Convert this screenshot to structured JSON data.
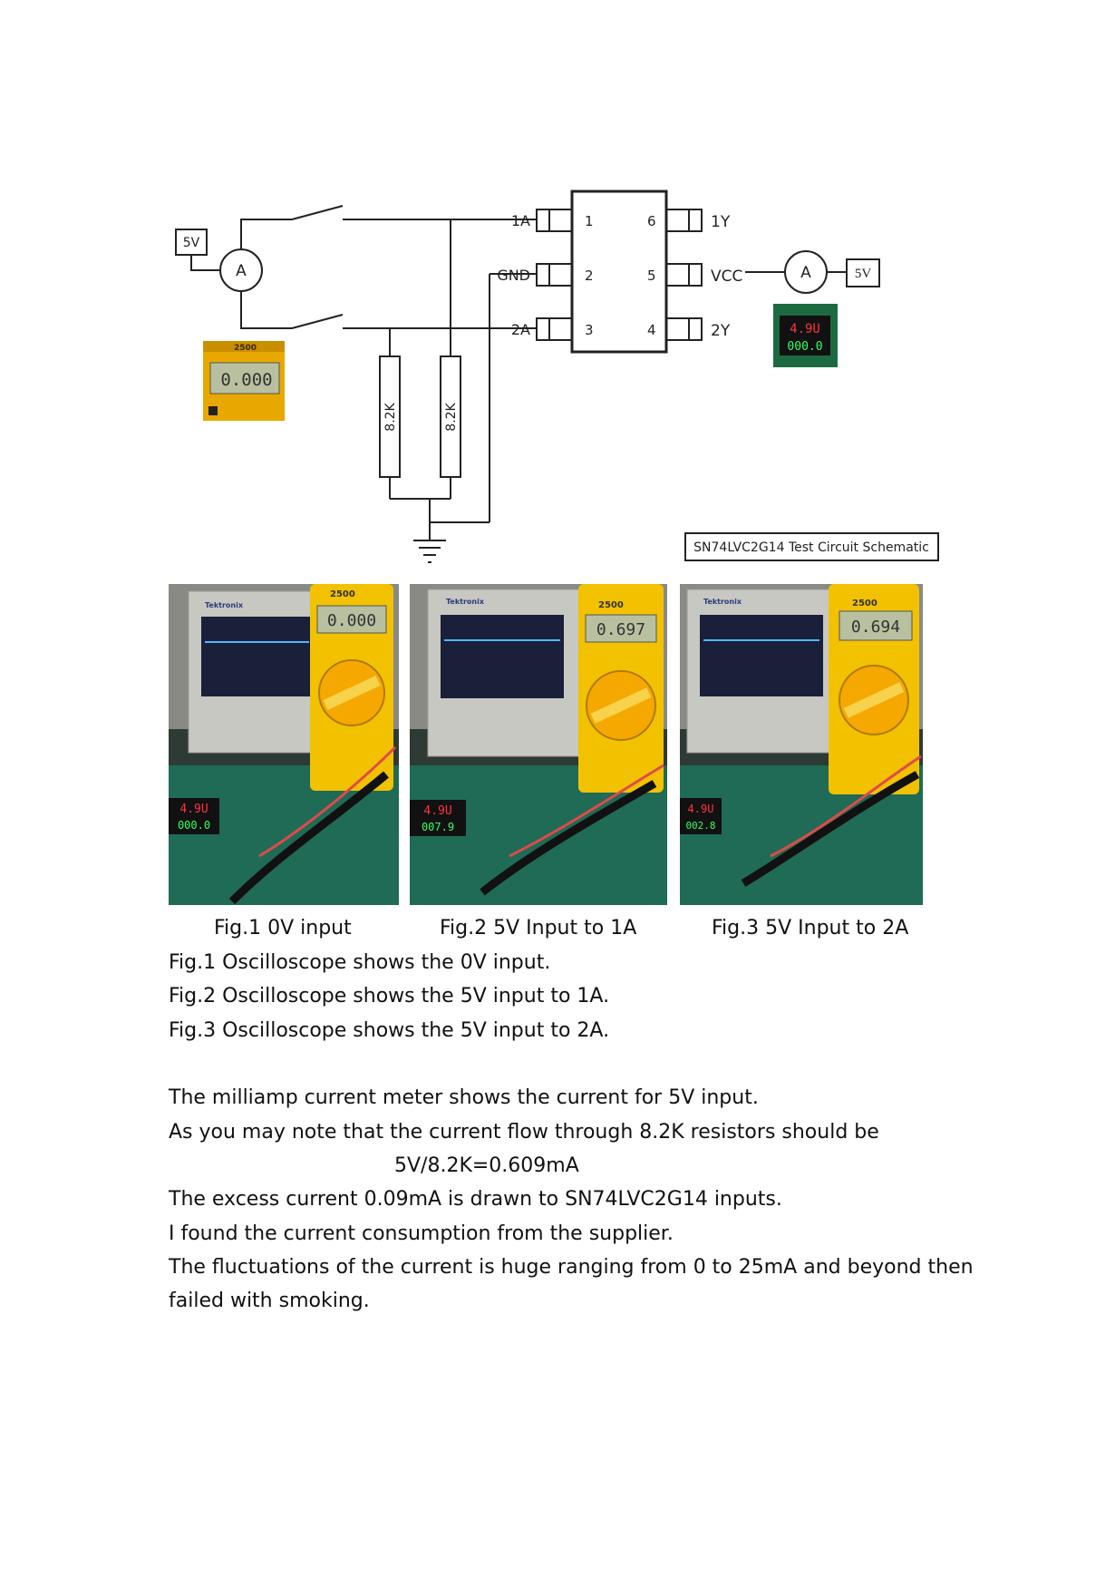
{
  "schematic": {
    "source_left": "5V",
    "source_right": "5V",
    "ammeter_symbol": "A",
    "resistor_1": "8.2K",
    "resistor_2": "8.2K",
    "chip_pins_left": [
      {
        "name": "1A",
        "num": "1"
      },
      {
        "name": "GND",
        "num": "2"
      },
      {
        "name": "2A",
        "num": "3"
      }
    ],
    "chip_pins_right": [
      {
        "name": "1Y",
        "num": "6"
      },
      {
        "name": "VCC",
        "num": "5"
      },
      {
        "name": "2Y",
        "num": "4"
      }
    ],
    "title_box": "SN74LVC2G14 Test Circuit Schematic",
    "meter_left_reading": "0.000",
    "meter_left_brand": "2500",
    "panel_meter_top": "4.9U",
    "panel_meter_bottom": "000.0"
  },
  "photos": [
    {
      "meter_reading": "0.000",
      "panel_top": "4.9U",
      "panel_bottom": "000.0",
      "scope_brand": "Tektronix",
      "meter_brand": "2500"
    },
    {
      "meter_reading": "0.697",
      "panel_top": "4.9U",
      "panel_bottom": "007.9",
      "scope_brand": "Tektronix",
      "meter_brand": "2500"
    },
    {
      "meter_reading": "0.694",
      "panel_top": "4.9U",
      "panel_bottom": "002.8",
      "scope_brand": "Tektronix",
      "meter_brand": "2500"
    }
  ],
  "captions": [
    "Fig.1 0V input",
    "Fig.2 5V Input to 1A",
    "Fig.3 5V Input to 2A"
  ],
  "text_lines": [
    "Fig.1 Oscilloscope shows the 0V input.",
    "Fig.2 Oscilloscope shows the 5V input to 1A.",
    "Fig.3 Oscilloscope shows the 5V input to 2A.",
    "The milliamp current meter shows the current for 5V input.",
    "As you may note that the current flow through 8.2K resistors should be",
    "5V/8.2K=0.609mA",
    "The excess current 0.09mA is drawn to SN74LVC2G14 inputs.",
    "I found the current consumption from the supplier.",
    "The fluctuations of the current is huge ranging from 0 to 25mA and beyond then",
    "failed with smoking."
  ]
}
